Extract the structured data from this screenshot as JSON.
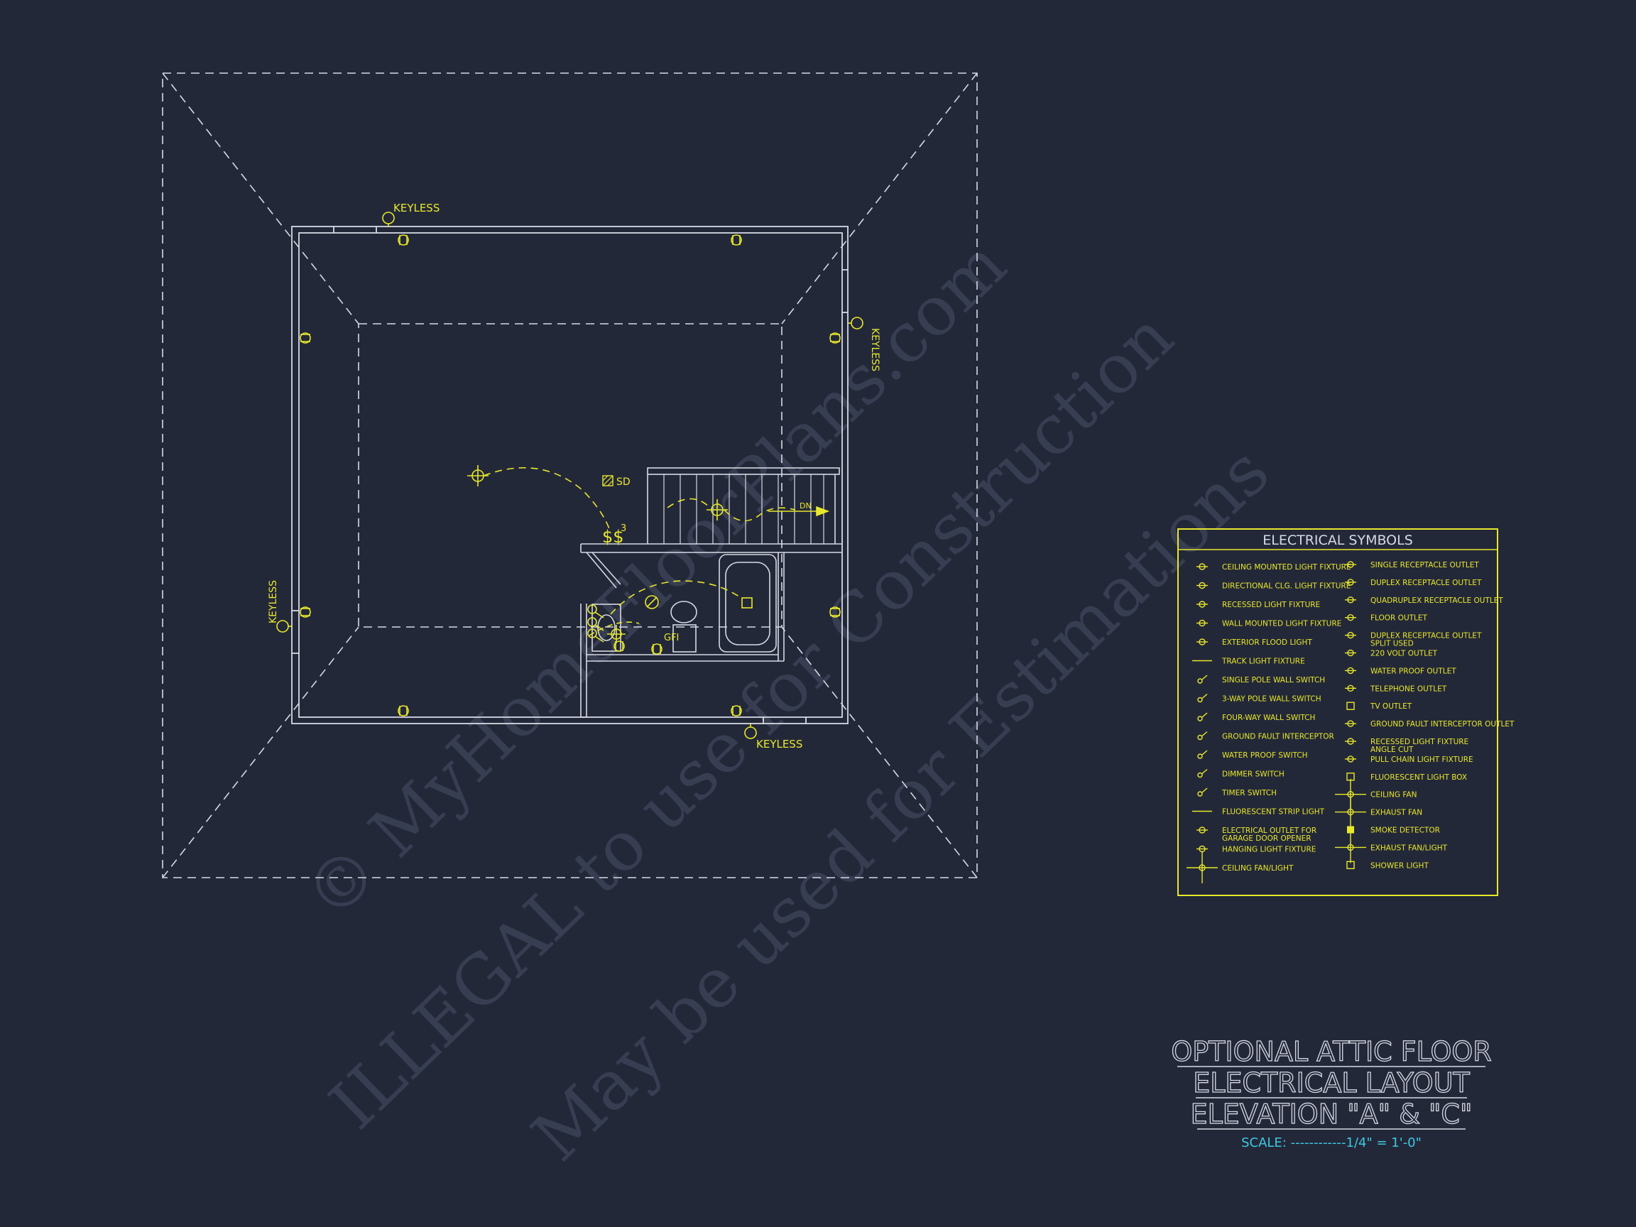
{
  "colors": {
    "background": "#232839",
    "linework": "#d6d9e4",
    "electrical": "#e8e82a",
    "scale_text": "#3ec8e0",
    "watermark": "#3b4155"
  },
  "watermark": {
    "line1": "© MyHomeFloorPlans.com",
    "line2": "ILLEGAL to use for Construction",
    "line3": "May be used for Estimations"
  },
  "plan_labels": {
    "keyless_top": "KEYLESS",
    "keyless_right": "KEYLESS",
    "keyless_left": "KEYLESS",
    "keyless_bottom": "KEYLESS",
    "smoke_detector": "SD",
    "stair_down": "DN",
    "gfi": "GFI",
    "switch_three_way": "$$",
    "switch_sub": "3"
  },
  "legend": {
    "title": "ELECTRICAL SYMBOLS",
    "left": [
      {
        "icon": "ceiling-light-icon",
        "label": "CEILING MOUNTED LIGHT FIXTURE"
      },
      {
        "icon": "directional-light-icon",
        "label": "DIRECTIONAL CLG. LIGHT FIXTURE"
      },
      {
        "icon": "recessed-light-icon",
        "label": "RECESSED LIGHT FIXTURE"
      },
      {
        "icon": "wall-light-icon",
        "label": "WALL MOUNTED LIGHT FIXTURE"
      },
      {
        "icon": "flood-light-icon",
        "label": "EXTERIOR FLOOD LIGHT"
      },
      {
        "icon": "track-light-icon",
        "label": "TRACK LIGHT FIXTURE"
      },
      {
        "icon": "single-pole-switch-icon",
        "label": "SINGLE POLE WALL SWITCH"
      },
      {
        "icon": "three-way-switch-icon",
        "label": "3-WAY POLE WALL SWITCH"
      },
      {
        "icon": "four-way-switch-icon",
        "label": "FOUR-WAY WALL SWITCH"
      },
      {
        "icon": "gfi-switch-icon",
        "label": "GROUND FAULT INTERCEPTOR"
      },
      {
        "icon": "waterproof-switch-icon",
        "label": "WATER PROOF SWITCH"
      },
      {
        "icon": "dimmer-switch-icon",
        "label": "DIMMER SWITCH"
      },
      {
        "icon": "timer-switch-icon",
        "label": "TIMER SWITCH"
      },
      {
        "icon": "fluorescent-strip-icon",
        "label": "FLUORESCENT STRIP LIGHT"
      },
      {
        "icon": "garage-outlet-icon",
        "label": "ELECTRICAL OUTLET FOR",
        "label2": "GARAGE DOOR OPENER"
      },
      {
        "icon": "hanging-light-icon",
        "label": "HANGING LIGHT FIXTURE"
      },
      {
        "icon": "ceiling-fan-light-icon",
        "label": "CEILING FAN/LIGHT"
      }
    ],
    "right": [
      {
        "icon": "single-receptacle-icon",
        "label": "SINGLE RECEPTACLE OUTLET"
      },
      {
        "icon": "duplex-receptacle-icon",
        "label": "DUPLEX RECEPTACLE OUTLET"
      },
      {
        "icon": "quadruplex-receptacle-icon",
        "label": "QUADRUPLEX RECEPTACLE OUTLET"
      },
      {
        "icon": "floor-outlet-icon",
        "label": "FLOOR OUTLET"
      },
      {
        "icon": "split-duplex-icon",
        "label": "DUPLEX RECEPTACLE OUTLET",
        "label2": "SPLIT USED"
      },
      {
        "icon": "220-volt-icon",
        "label": "220 VOLT OUTLET"
      },
      {
        "icon": "waterproof-outlet-icon",
        "label": "WATER PROOF  OUTLET"
      },
      {
        "icon": "telephone-outlet-icon",
        "label": "TELEPHONE OUTLET"
      },
      {
        "icon": "tv-outlet-icon",
        "label": "TV OUTLET"
      },
      {
        "icon": "gfi-outlet-icon",
        "label": "GROUND FAULT INTERCEPTOR OUTLET"
      },
      {
        "icon": "recessed-angle-icon",
        "label": "RECESSED LIGHT FIXTURE",
        "label2": "ANGLE CUT"
      },
      {
        "icon": "pull-chain-icon",
        "label": "PULL CHAIN LIGHT FIXTURE"
      },
      {
        "icon": "fluorescent-box-icon",
        "label": "FLUORESCENT LIGHT BOX"
      },
      {
        "icon": "ceiling-fan-icon",
        "label": "CEILING FAN"
      },
      {
        "icon": "exhaust-fan-icon",
        "label": "EXHAUST FAN"
      },
      {
        "icon": "smoke-detector-icon",
        "label": "SMOKE DETECTOR"
      },
      {
        "icon": "exhaust-fan-light-icon",
        "label": "EXHAUST FAN/LIGHT"
      },
      {
        "icon": "shower-light-icon",
        "label": "SHOWER LIGHT"
      }
    ]
  },
  "title_block": {
    "line1": "OPTIONAL ATTIC FLOOR",
    "line2": "ELECTRICAL LAYOUT",
    "line3": "ELEVATION \"A\" & \"C\"",
    "scale": "SCALE: ------------1/4\" = 1'-0\""
  }
}
